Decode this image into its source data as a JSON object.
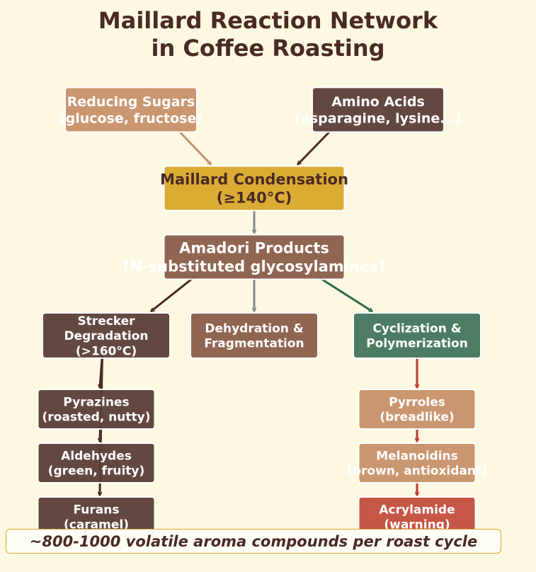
{
  "title": {
    "line1": "Maillard Reaction Network",
    "line2": "in Coffee Roasting"
  },
  "footer": "~800-1000 volatile aroma compounds per roast cycle",
  "colors": {
    "background": "#fdf8e2",
    "title": "#4a2a24",
    "footer_border": "#d9a82b"
  },
  "nodes": [
    {
      "id": "sugars",
      "lines": [
        "Reducing Sugars",
        "(glucose, fructose)"
      ],
      "fill": "#c8926a",
      "text": "#ffffff"
    },
    {
      "id": "amino",
      "lines": [
        "Amino Acids",
        "(asparagine, lysine...)"
      ],
      "fill": "#5b3f3a",
      "text": "#ffffff"
    },
    {
      "id": "condensation",
      "lines": [
        "Maillard Condensation",
        "(≥140°C)"
      ],
      "fill": "#d9a82b",
      "text": "#4a2a24"
    },
    {
      "id": "amadori",
      "lines": [
        "Amadori Products",
        "(N-substituted glycosylamines)"
      ],
      "fill": "#8b5e4a",
      "text": "#ffffff"
    },
    {
      "id": "strecker",
      "lines": [
        "Strecker",
        "Degradation",
        "(>160°C)"
      ],
      "fill": "#5b3f3a",
      "text": "#ffffff"
    },
    {
      "id": "dehydration",
      "lines": [
        "Dehydration &",
        "Fragmentation"
      ],
      "fill": "#8b5e4a",
      "text": "#ffffff"
    },
    {
      "id": "cyclization",
      "lines": [
        "Cyclization &",
        "Polymerization"
      ],
      "fill": "#43775e",
      "text": "#ffffff"
    },
    {
      "id": "pyrazines",
      "lines": [
        "Pyrazines",
        "(roasted, nutty)"
      ],
      "fill": "#5b3f3a",
      "text": "#ffffff"
    },
    {
      "id": "aldehydes",
      "lines": [
        "Aldehydes",
        "(green, fruity)"
      ],
      "fill": "#5b3f3a",
      "text": "#ffffff"
    },
    {
      "id": "furans",
      "lines": [
        "Furans",
        "(caramel)"
      ],
      "fill": "#5b3f3a",
      "text": "#ffffff"
    },
    {
      "id": "pyrroles",
      "lines": [
        "Pyrroles",
        "(breadlike)"
      ],
      "fill": "#c8926a",
      "text": "#ffffff"
    },
    {
      "id": "melanoidins",
      "lines": [
        "Melanoidins",
        "(brown, antioxidant)"
      ],
      "fill": "#c8926a",
      "text": "#ffffff"
    },
    {
      "id": "acrylamide",
      "lines": [
        "Acrylamide",
        "(warning)"
      ],
      "fill": "#c44e3e",
      "text": "#ffffff"
    }
  ],
  "edges": [
    {
      "from": "sugars",
      "to": "condensation",
      "color": "#c8926a"
    },
    {
      "from": "amino",
      "to": "condensation",
      "color": "#4a2a24"
    },
    {
      "from": "condensation",
      "to": "amadori",
      "color": "#7f8c8d"
    },
    {
      "from": "amadori",
      "to": "strecker",
      "color": "#4a2a24"
    },
    {
      "from": "amadori",
      "to": "dehydration",
      "color": "#7f8c8d"
    },
    {
      "from": "amadori",
      "to": "cyclization",
      "color": "#2e6b4e"
    },
    {
      "from": "strecker",
      "to": "pyrazines",
      "color": "#4a2a24"
    },
    {
      "from": "strecker",
      "to": "aldehydes",
      "color": "#4a2a24"
    },
    {
      "from": "strecker",
      "to": "furans",
      "color": "#4a2a24"
    },
    {
      "from": "cyclization",
      "to": "pyrroles",
      "color": "#c0392b"
    },
    {
      "from": "pyrroles",
      "to": "melanoidins",
      "color": "#c0392b"
    },
    {
      "from": "melanoidins",
      "to": "acrylamide",
      "color": "#c0392b"
    }
  ]
}
